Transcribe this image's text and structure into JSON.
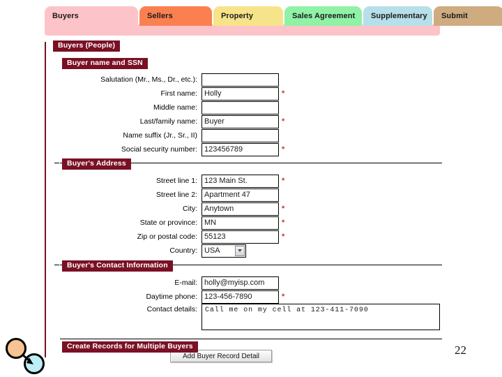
{
  "tabs": [
    {
      "label": "Buyers",
      "color": "#fcc4c8",
      "active": true
    },
    {
      "label": "Sellers",
      "color": "#fb8050",
      "active": false
    },
    {
      "label": "Property",
      "color": "#f7e389",
      "active": false
    },
    {
      "label": "Sales Agreement",
      "color": "#90f2a6",
      "active": false
    },
    {
      "label": "Supplementary",
      "color": "#b6dfe9",
      "active": false
    },
    {
      "label": "Submit",
      "color": "#cfab80",
      "active": false
    }
  ],
  "form": {
    "title": "Buyers (People)",
    "sections": [
      {
        "legend": "Buyer name and SSN",
        "fields": [
          {
            "label": "Salutation (Mr., Ms., Dr., etc.):",
            "value": "",
            "placeholder": "",
            "required": false,
            "type": "text"
          },
          {
            "label": "First name:",
            "value": "Holly",
            "placeholder": "",
            "required": true,
            "type": "text"
          },
          {
            "label": "Middle name:",
            "value": "",
            "placeholder": "",
            "required": false,
            "type": "text"
          },
          {
            "label": "Last/family name:",
            "value": "Buyer",
            "placeholder": "",
            "required": true,
            "type": "text"
          },
          {
            "label": "Name suffix (Jr., Sr., II)",
            "value": "",
            "placeholder": "",
            "required": false,
            "type": "text"
          },
          {
            "label": "Social security number:",
            "value": "123456789",
            "placeholder": "",
            "required": true,
            "type": "text"
          }
        ]
      },
      {
        "legend": "Buyer's Address",
        "fields": [
          {
            "label": "Street line 1:",
            "value": "123 Main St.",
            "placeholder": "",
            "required": true,
            "type": "text"
          },
          {
            "label": "Street line 2:",
            "value": "Apartment 47",
            "placeholder": "",
            "required": false,
            "type": "text"
          },
          {
            "label": "City:",
            "value": "Anytown",
            "placeholder": "",
            "required": true,
            "type": "text"
          },
          {
            "label": "State or province:",
            "value": "MN",
            "placeholder": "",
            "required": true,
            "type": "text"
          },
          {
            "label": "Zip or postal code:",
            "value": "55123",
            "placeholder": "",
            "required": true,
            "type": "text"
          },
          {
            "label": "Country:",
            "value": "USA",
            "placeholder": "",
            "required": false,
            "type": "select"
          }
        ]
      },
      {
        "legend": "Buyer's Contact Information",
        "fields": [
          {
            "label": "E-mail:",
            "value": "holly@myisp.com",
            "placeholder": "",
            "required": false,
            "type": "text"
          },
          {
            "label": "Daytime phone:",
            "value": "123-456-7890",
            "placeholder": "",
            "required": true,
            "type": "text"
          },
          {
            "label": "Contact details:",
            "value": "Call me on my cell at 123-411-7090",
            "placeholder": "",
            "required": false,
            "type": "textarea"
          }
        ]
      }
    ],
    "multiple_buyers": {
      "legend": "Create Records for Multiple Buyers",
      "button_label": "Add Buyer Record Detail"
    }
  },
  "page_number": "22",
  "colors": {
    "legend_background": "#7a1024",
    "legend_text": "#ffffff",
    "required_marker": "#c0392b",
    "active_tab": "#fcc4c8",
    "rule": "#000000",
    "left_rule": "#7a0f20"
  },
  "required_marker": "*"
}
